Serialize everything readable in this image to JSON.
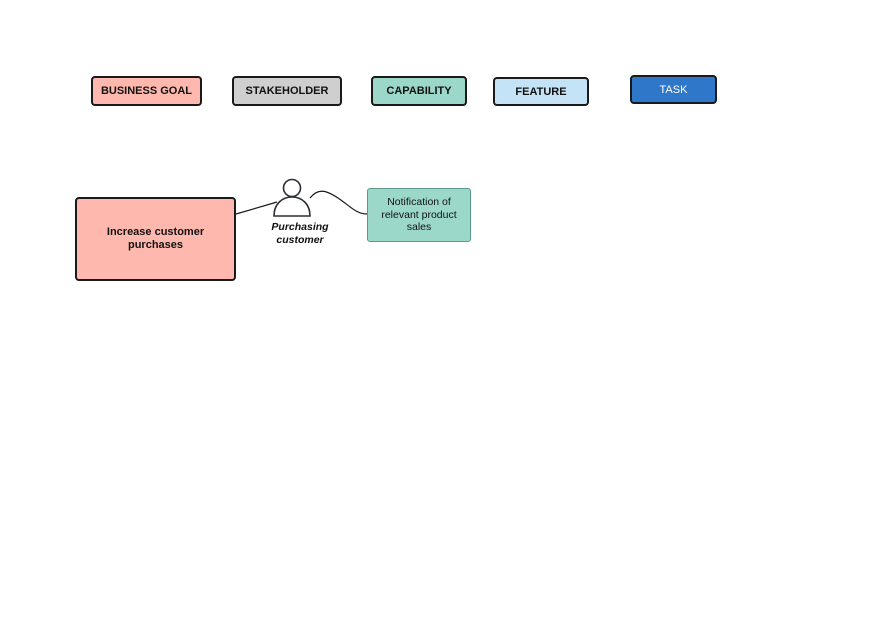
{
  "legend": {
    "business_goal": "BUSINESS GOAL",
    "stakeholder": "STAKEHOLDER",
    "capability": "CAPABILITY",
    "feature": "FEATURE",
    "task": "TASK"
  },
  "nodes": {
    "goal": "Increase customer purchases",
    "stakeholder": "Purchasing customer",
    "capability": "Notification of relevant product sales"
  },
  "colors": {
    "business_goal": "#ffb8ae",
    "stakeholder": "#cfcfcf",
    "capability": "#9bd8ca",
    "feature": "#c5e3f6",
    "task": "#2f77c9",
    "outline": "#1a1a1a"
  },
  "icons": {
    "stakeholder": "person-icon"
  }
}
